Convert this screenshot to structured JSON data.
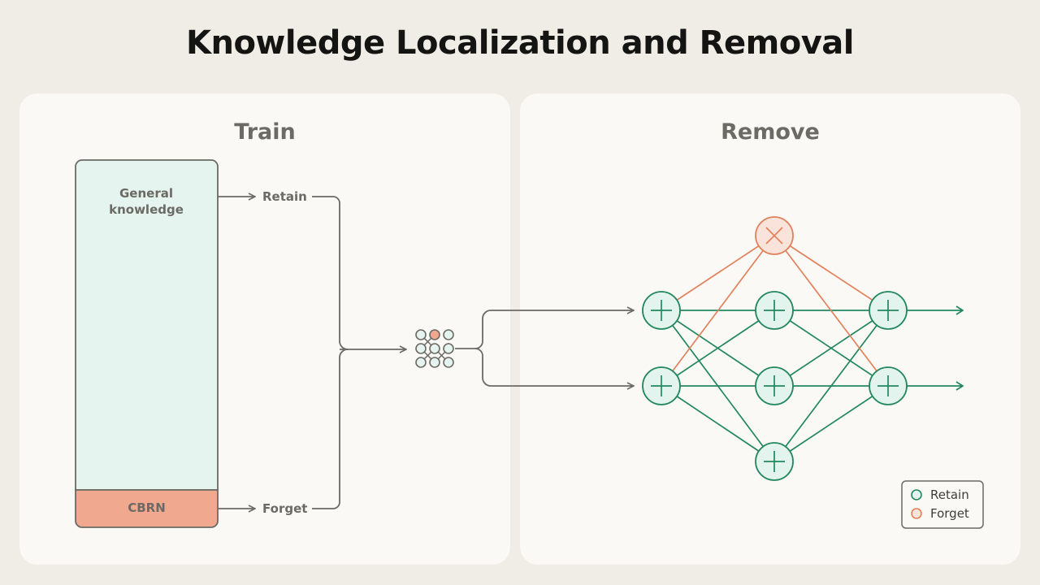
{
  "title": "Knowledge Localization and Removal",
  "train": {
    "heading": "Train",
    "dataset_general": "General knowledge",
    "dataset_cbrn": "CBRN",
    "retain_label": "Retain",
    "forget_label": "Forget"
  },
  "remove": {
    "heading": "Remove",
    "legend": {
      "retain": "Retain",
      "forget": "Forget"
    }
  },
  "colors": {
    "retain": "#23875f",
    "retain_fill": "#e3f4ee",
    "forget": "#e0825c",
    "forget_fill": "#f9e3da",
    "cbrn_fill": "#f0a98f",
    "general_fill": "#e6f4ef"
  }
}
